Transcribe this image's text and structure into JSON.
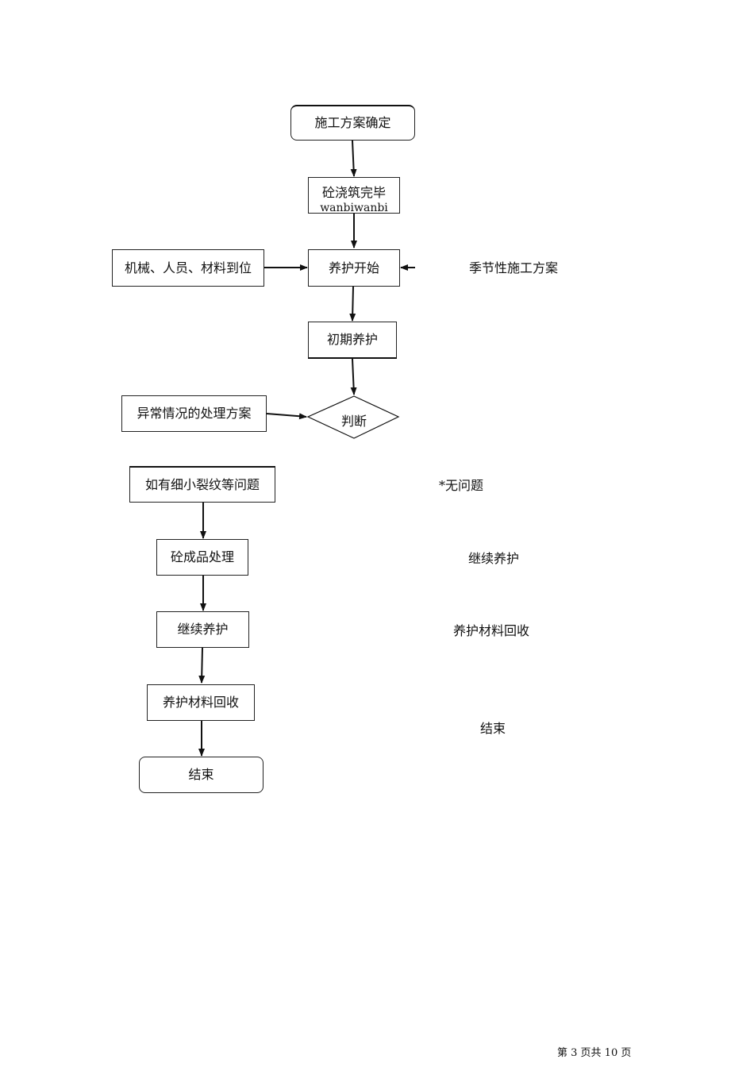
{
  "flow": {
    "start": "施工方案确定",
    "pour_complete": "砼浇筑完毕",
    "pour_complete_pinyin": "wanbiwanbi",
    "curing_start": "养护开始",
    "resources": "机械、人员、材料到位",
    "seasonal_plan": "季节性施工方案",
    "initial_curing": "初期养护",
    "judgment": "判断",
    "abnormal_plan": "异常情况的处理方案",
    "crack_issue": "如有细小裂纹等问题",
    "finished_treatment": "砼成品处理",
    "continue_curing_left": "继续养护",
    "material_recovery_left": "养护材料回收",
    "end_left": "结束",
    "no_problem": "*无问题",
    "continue_curing_right": "继续养护",
    "material_recovery_right": "养护材料回收",
    "end_right": "结束"
  },
  "footer": {
    "page": "第 3 页共 10 页"
  }
}
